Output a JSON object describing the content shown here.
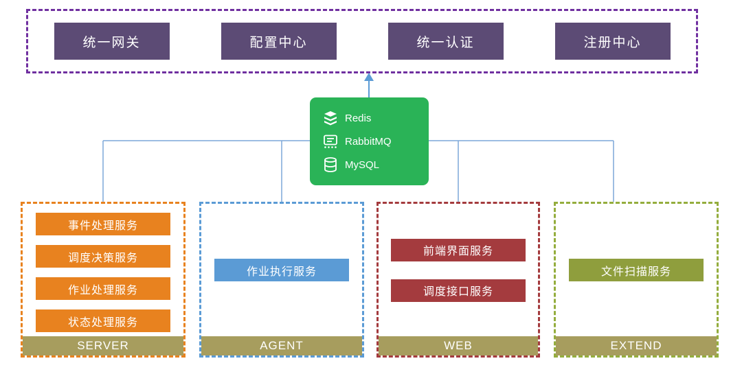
{
  "platform_layer": {
    "border_color": "#7030A0",
    "box_color": "#5C4B75",
    "items": [
      {
        "label": "统一网关"
      },
      {
        "label": "配置中心"
      },
      {
        "label": "统一认证"
      },
      {
        "label": "注册中心"
      }
    ]
  },
  "middleware": {
    "box_color": "#2AB357",
    "items": [
      {
        "label": "Redis",
        "icon": "redis-stack-icon"
      },
      {
        "label": "RabbitMQ",
        "icon": "message-queue-icon"
      },
      {
        "label": "MySQL",
        "icon": "database-icon"
      }
    ]
  },
  "groups": [
    {
      "name": "SERVER",
      "accent": "#E8821F",
      "services": [
        "事件处理服务",
        "调度决策服务",
        "作业处理服务",
        "状态处理服务"
      ]
    },
    {
      "name": "AGENT",
      "accent": "#5B9BD5",
      "services": [
        "作业执行服务"
      ]
    },
    {
      "name": "WEB",
      "accent": "#A43B3E",
      "services": [
        "前端界面服务",
        "调度接口服务"
      ]
    },
    {
      "name": "EXTEND",
      "accent": "#94AD3D",
      "services": [
        "文件扫描服务"
      ]
    }
  ],
  "footer_bar_color": "#A79D5E",
  "connector_color": "#7CA7D8"
}
